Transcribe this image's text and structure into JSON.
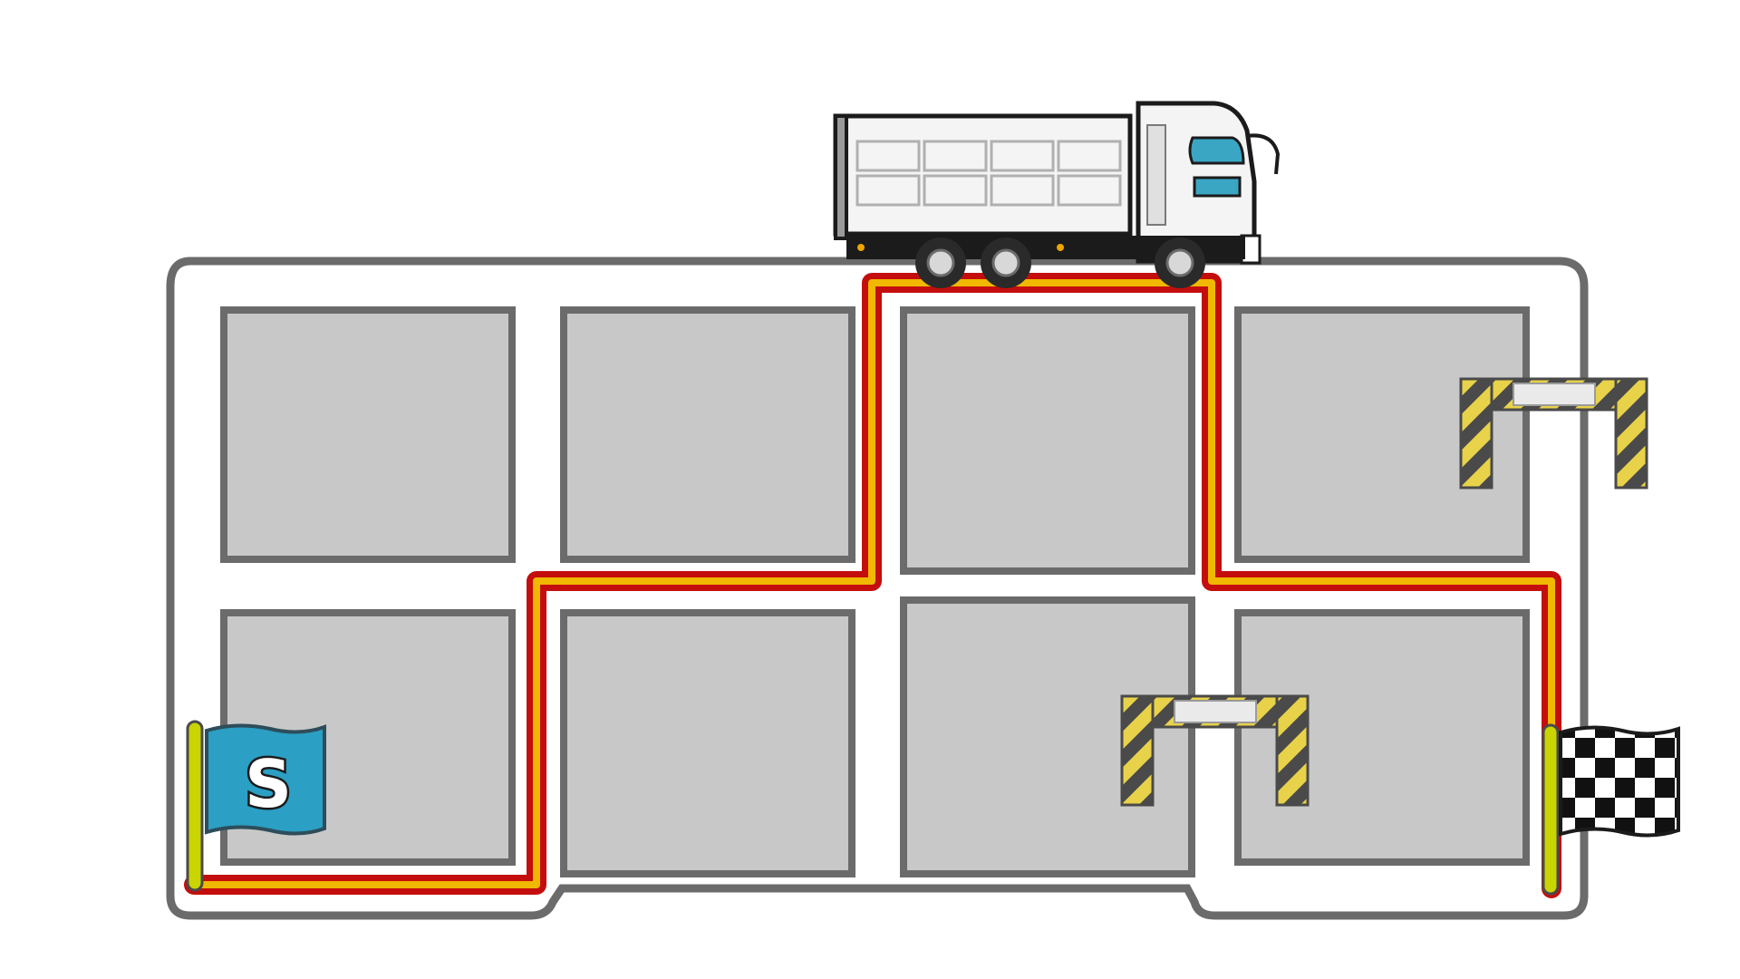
{
  "colors": {
    "background": "#ffffff",
    "board_fill": "#ffffff",
    "board_outline": "#6b6b6b",
    "block_fill": "#c8c8c8",
    "block_outline": "#6b6b6b",
    "route_outer": "#c40e0e",
    "route_inner": "#f0b800",
    "start_flag": "#2b9fc4",
    "pole": "#c9d400",
    "hazard_yellow": "#e8d24a",
    "hazard_dark": "#4a4a4a",
    "truck_cab_window": "#3aa6c4"
  },
  "game": {
    "start_flag_label": "S",
    "start_flag_icon": "start-flag-icon",
    "finish_flag_icon": "checkered-flag-icon",
    "vehicle_icon": "dump-truck-icon",
    "barrier_icon": "hazard-barrier-icon",
    "barrier_count": 2,
    "city_block_count": 8
  }
}
